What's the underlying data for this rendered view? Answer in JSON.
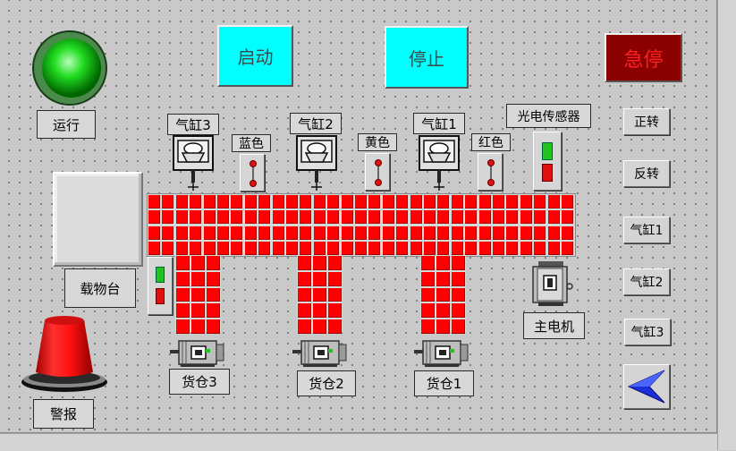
{
  "buttons": {
    "start": "启动",
    "stop": "停止",
    "estop": "急停",
    "forward": "正转",
    "reverse": "反转",
    "cyl1": "气缸1",
    "cyl2": "气缸2",
    "cyl3": "气缸3"
  },
  "labels": {
    "run": "运行",
    "alarm": "警报",
    "platform": "载物台",
    "cyl3": "气缸3",
    "cyl2": "气缸2",
    "cyl1": "气缸1",
    "blue": "蓝色",
    "yellow": "黄色",
    "red": "红色",
    "sensor": "光电传感器",
    "main_motor": "主电机",
    "bin3": "货仓3",
    "bin2": "货仓2",
    "bin1": "货仓1"
  },
  "colors": {
    "run_lamp": "#22dd22",
    "start_bg": "#00ffff",
    "estop_bg": "#8b0000",
    "estop_text": "#ff2020",
    "conveyor": "#ff0000",
    "alarm_light": "#ff1a1a",
    "arrow": "#1a2fd8"
  }
}
